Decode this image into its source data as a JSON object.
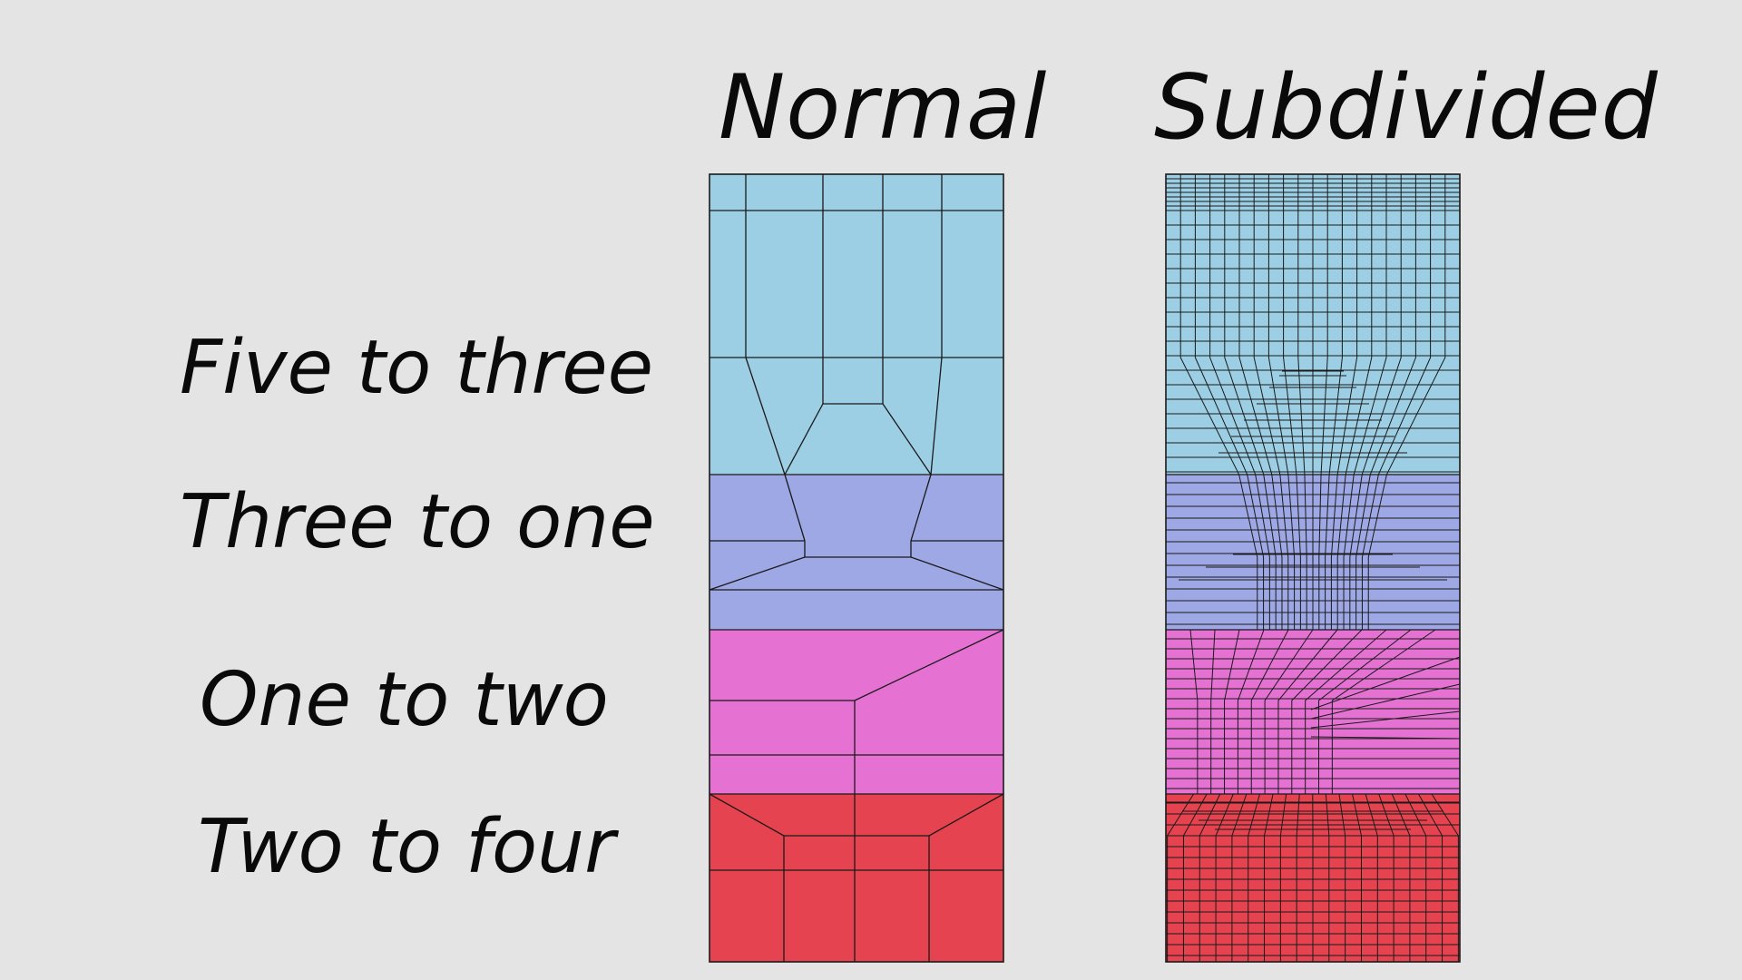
{
  "titles": {
    "normal": "Normal",
    "subdivided": "Subdivided"
  },
  "rows": [
    {
      "label": "Five to three",
      "color": "#9ccfe4"
    },
    {
      "label": "Three to one",
      "color": "#9da8e4"
    },
    {
      "label": "One to two",
      "color": "#e572d3"
    },
    {
      "label": "Two to four",
      "color": "#e5434f"
    }
  ],
  "line_color": "#1a1a1a"
}
